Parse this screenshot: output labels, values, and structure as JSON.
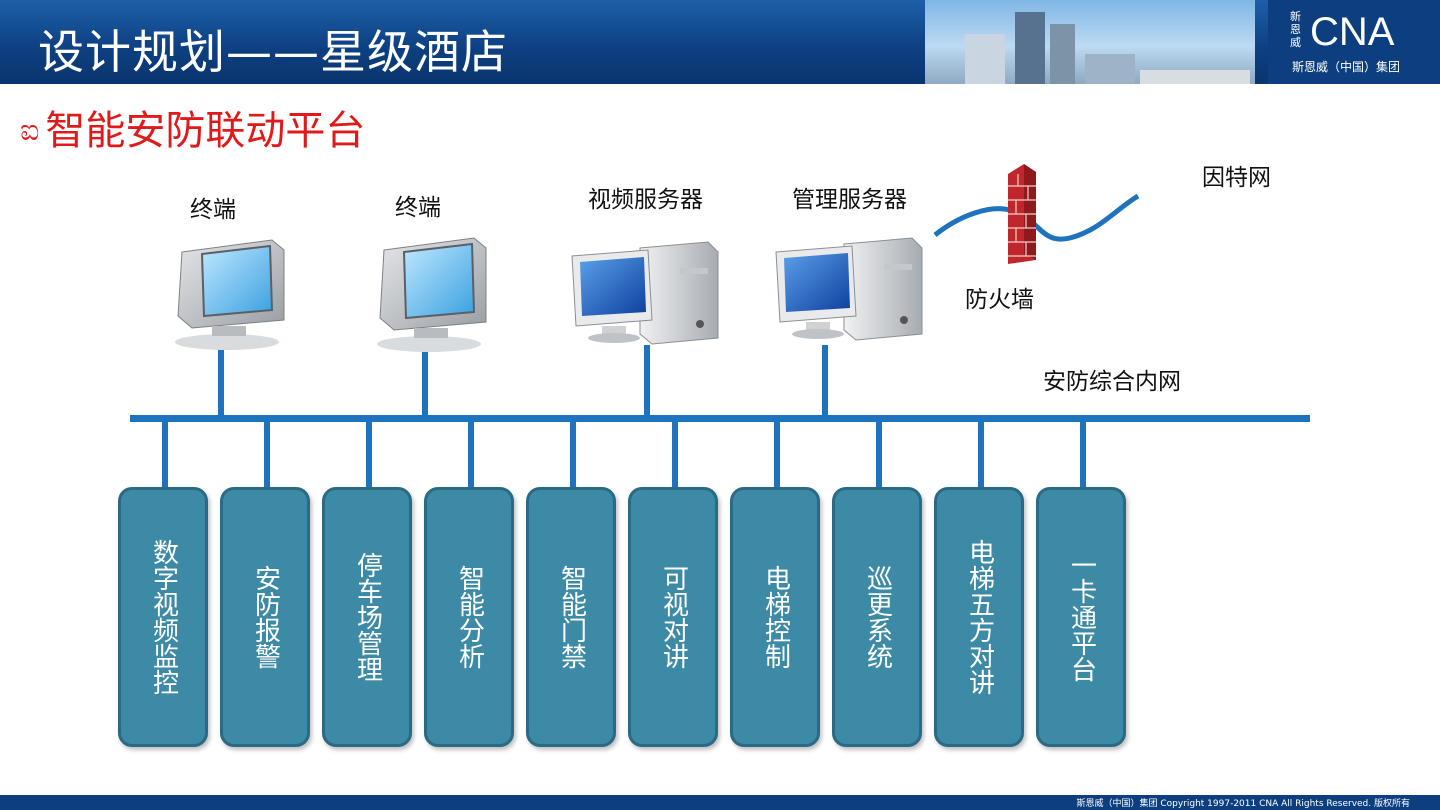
{
  "header": {
    "title": "设计规划——星级酒店",
    "logo_text": "CNA",
    "logo_vertical": "新恩威",
    "logo_sub": "斯恩威（中国）集团"
  },
  "subtitle": "智能安防联动平台",
  "diagram": {
    "nodes": {
      "terminal1": "终端",
      "terminal2": "终端",
      "video_server": "视频服务器",
      "mgmt_server": "管理服务器",
      "firewall": "防火墙",
      "internet": "因特网",
      "intranet": "安防综合内网"
    },
    "subsystems": [
      "数字视频监控",
      "安防报警",
      "停车场管理",
      "智能分析",
      "智能门禁",
      "可视对讲",
      "电梯控制",
      "巡更系统",
      "电梯五方对讲",
      "一卡通平台"
    ]
  },
  "footer": {
    "copyright": "斯恩威（中国）集团  Copyright 1997-2011 CNA All Rights Reserved. 版权所有"
  },
  "colors": {
    "header_blue": "#0d3f80",
    "bus_blue": "#1e73be",
    "box_teal": "#3d8aa6",
    "subtitle_red": "#e01a1a"
  }
}
